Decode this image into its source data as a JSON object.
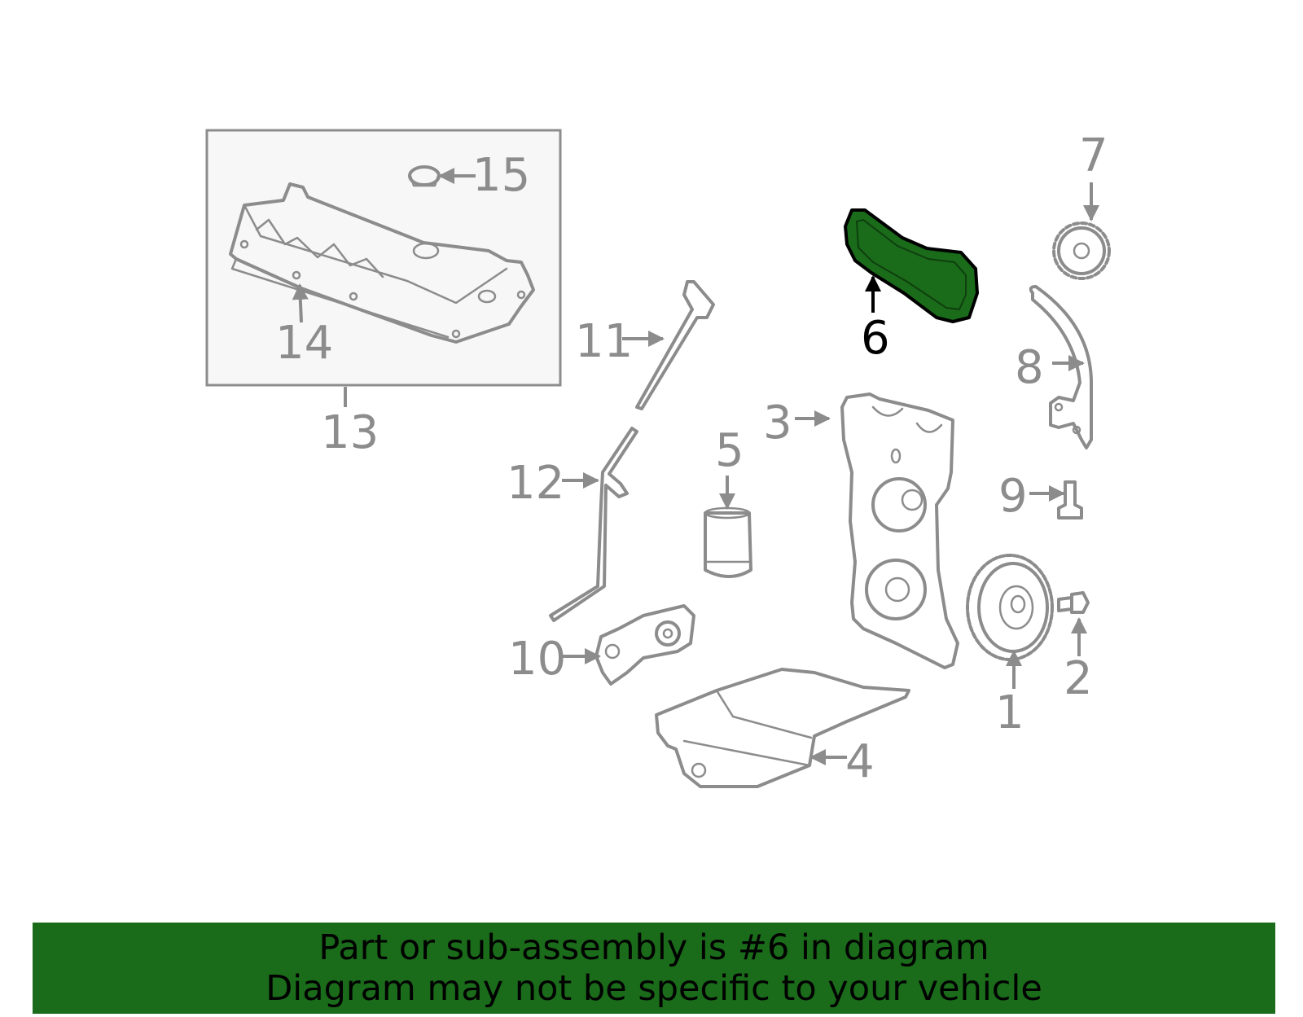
{
  "colors": {
    "highlight": "#1a6b1a",
    "banner": "#1a6b1a",
    "line_art": "#8c8c8c",
    "inset_background": "#f7f7f7",
    "active_label": "#000000"
  },
  "diagram": {
    "highlighted_part": "6",
    "callouts": [
      {
        "id": "c1",
        "label": "1"
      },
      {
        "id": "c2",
        "label": "2"
      },
      {
        "id": "c3",
        "label": "3"
      },
      {
        "id": "c4",
        "label": "4"
      },
      {
        "id": "c5",
        "label": "5"
      },
      {
        "id": "c6",
        "label": "6"
      },
      {
        "id": "c7",
        "label": "7"
      },
      {
        "id": "c8",
        "label": "8"
      },
      {
        "id": "c9",
        "label": "9"
      },
      {
        "id": "c10",
        "label": "10"
      },
      {
        "id": "c11",
        "label": "11"
      },
      {
        "id": "c12",
        "label": "12"
      },
      {
        "id": "c13",
        "label": "13"
      },
      {
        "id": "c14",
        "label": "14"
      },
      {
        "id": "c15",
        "label": "15"
      }
    ]
  },
  "banner": {
    "line1": "Part or sub-assembly is #6 in diagram",
    "line2": "Diagram may not be specific to your vehicle"
  }
}
